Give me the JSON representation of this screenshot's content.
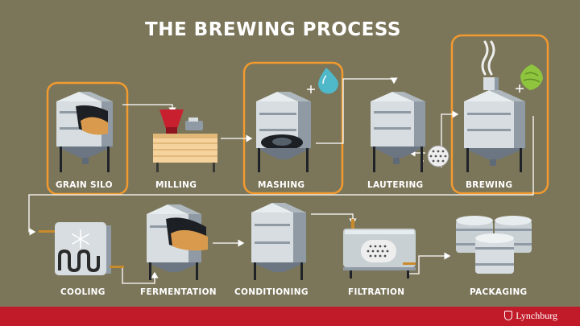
{
  "title": "THE BREWING PROCESS",
  "steps": [
    {
      "label": "GRAIN SILO",
      "highlighted": true
    },
    {
      "label": "MILLING",
      "highlighted": false
    },
    {
      "label": "MASHING",
      "highlighted": true
    },
    {
      "label": "LAUTERING",
      "highlighted": false
    },
    {
      "label": "BREWING",
      "highlighted": true
    },
    {
      "label": "COOLING",
      "highlighted": false
    },
    {
      "label": "FERMENTATION",
      "highlighted": false
    },
    {
      "label": "CONDITIONING",
      "highlighted": false
    },
    {
      "label": "FILTRATION",
      "highlighted": false
    },
    {
      "label": "PACKAGING",
      "highlighted": false
    }
  ],
  "footer": {
    "brand": "Lynchburg"
  },
  "colors": {
    "background": "#7b765a",
    "highlight_border": "#f29a2e",
    "arrow": "#ffffff",
    "footer": "#c11b2a",
    "tank_light": "#d7dde0",
    "tank_dark": "#5f6a78"
  },
  "icons": [
    "grain-silo-icon",
    "mill-icon",
    "mash-tun-icon",
    "water-drop-icon",
    "lauter-tun-icon",
    "filter-screen-icon",
    "brew-kettle-icon",
    "steam-icon",
    "hop-icon",
    "cooler-icon",
    "snowflake-icon",
    "fermenter-icon",
    "conditioning-tank-icon",
    "filter-unit-icon",
    "keg-icon"
  ]
}
